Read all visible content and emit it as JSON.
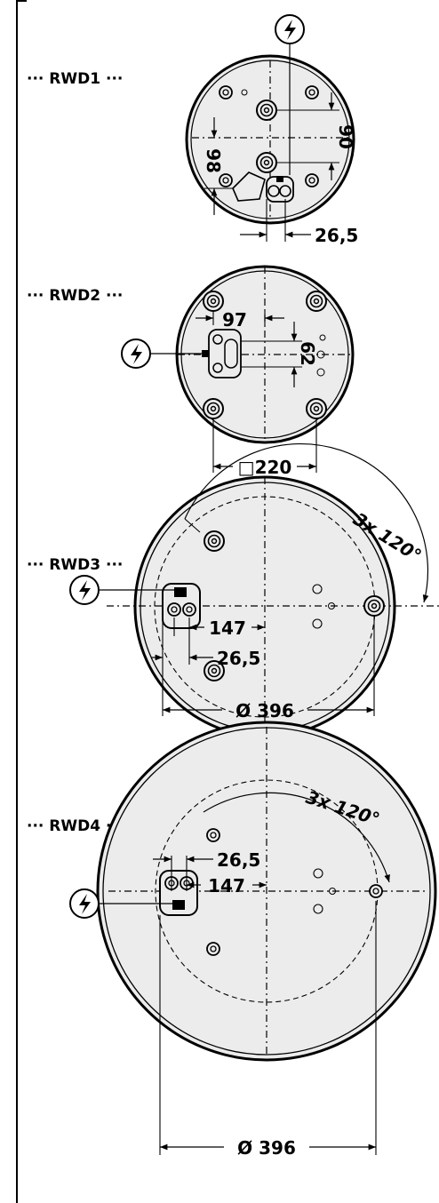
{
  "sections": [
    {
      "id": "rwd1",
      "label": "··· RWD1 ···",
      "dimensions": {
        "width_1": "90",
        "width_2": "98",
        "width_3": "26,5"
      }
    },
    {
      "id": "rwd2",
      "label": "··· RWD2 ···",
      "dimensions": {
        "width_1": "97",
        "width_2": "62",
        "width_3": "□220"
      }
    },
    {
      "id": "rwd3",
      "label": "··· RWD3 ···",
      "dimensions": {
        "angle": "3x 120°",
        "width_1": "147",
        "width_2": "26,5",
        "diameter": "Ø 396"
      }
    },
    {
      "id": "rwd4",
      "label": "··· RWD4 ···",
      "dimensions": {
        "angle": "3x 120°",
        "width_1": "26,5",
        "width_2": "147",
        "diameter": "Ø 396"
      }
    }
  ],
  "icons": [
    "lightning-icon"
  ],
  "colors": {
    "ink": "#000000",
    "plate": "#ececec",
    "background": "#ffffff"
  }
}
